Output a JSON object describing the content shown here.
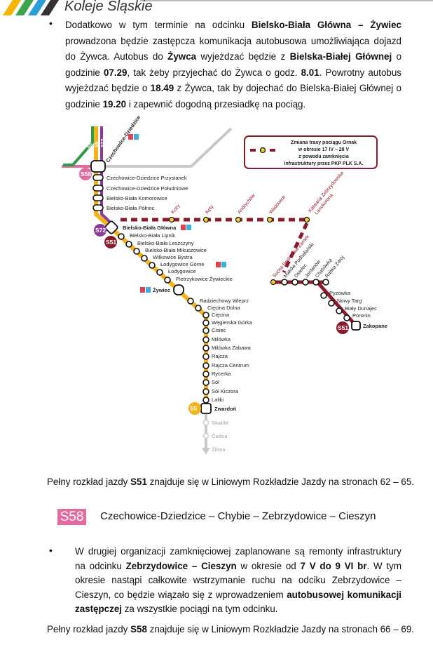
{
  "header": {
    "logo_text": "Koleje Śląskie",
    "logo_colors": [
      "#f5b400",
      "#3aa54a",
      "#2a9fd8",
      "#333333"
    ]
  },
  "paragraph1": [
    {
      "t": "Dodatkowo w tym terminie na odcinku ",
      "b": false
    },
    {
      "t": "Bielsko-Biała Główna – Żywiec",
      "b": true
    },
    {
      "t": " prowadzona będzie zastępcza komunikacja autobusowa umożliwiająca dojazd do Żywca. Autobus do ",
      "b": false
    },
    {
      "t": "Żywca",
      "b": true
    },
    {
      "t": " wyjeżdzać będzie z ",
      "b": false
    },
    {
      "t": "Bielska-Białej Głównej",
      "b": true
    },
    {
      "t": " o godzinie ",
      "b": false
    },
    {
      "t": "07.29",
      "b": true
    },
    {
      "t": ", tak żeby przyjechać do Żywca o godz. ",
      "b": false
    },
    {
      "t": "8.01",
      "b": true
    },
    {
      "t": ". Powrotny autobus wyjeżdzać będzie o ",
      "b": false
    },
    {
      "t": "18.49",
      "b": true
    },
    {
      "t": " z Żywca, tak by dojechać do Bielska-Białej Głównej o godzinie ",
      "b": false
    },
    {
      "t": "19.20",
      "b": true
    },
    {
      "t": " i zapewnić dogodną przesiadkę na pociąg.",
      "b": false
    }
  ],
  "map": {
    "colors": {
      "S5": "#f2b31b",
      "S72": "#8e3a96",
      "S51": "#8b1a2b",
      "S58": "#e46aa0",
      "green": "#2e9a4a",
      "gray": "#c8c8c8"
    },
    "line_labels": {
      "green": "S5",
      "s5": "S5",
      "s72": "S72"
    },
    "badges": {
      "s58": "S58",
      "s72": "S72",
      "s51": "S51",
      "s5": "S5",
      "s51_zakopane": "S51"
    },
    "kb": {
      "k": "K",
      "b": "B"
    },
    "czechowice": "Czechowice-Dziedzice",
    "north_stations": [
      "Czechowice-Dziedzice Przystanek",
      "Czechowice-Dziedzice Południowe",
      "Bielsko-Biała Komorowice",
      "Bielsko-Biała Północ"
    ],
    "bielsko": "Bielsko-Biała Główna",
    "south_stations": [
      "Bielsko-Biała Lipnik",
      "Bielsko-Biała Leszczyny",
      "Bielsko-Biała Mikuszowice",
      "Wilkowice Bystra",
      "Łodygowice Górne",
      "Łodygowice",
      "Pietrzykowice Żywieckie"
    ],
    "zywiec": "Żywiec",
    "after_zywiec": [
      "Radziechowy Wieprz",
      "Cięcina Dolna",
      "Cięcina",
      "Węgierska Górka",
      "Cisiec",
      "Milówka",
      "Milówka Zabawa",
      "Rajcza",
      "Rajcza Centrum",
      "Rycerka",
      "Sól",
      "Sól Kiczora",
      "Laliki"
    ],
    "zwardon": "Zwardoń",
    "abroad": [
      "Skalité",
      "Čadca",
      "Žilina"
    ],
    "ornak": [
      "Kozy",
      "Kęty",
      "Andrychów",
      "Wadowice",
      "Kalwaria Zebrzydowska",
      "Lanckorona"
    ],
    "sucha_line": [
      "Sucha Beskidzka Zamek",
      "Maków Podhalański",
      "Osielec",
      "Jordanów",
      "Chabówka",
      "Rabka Zdrój"
    ],
    "zakopane_line": [
      "Pyzówka",
      "Nowy Targ",
      "Biały Dunajec",
      "Poronin"
    ],
    "zakopane": "Zakopane",
    "legend": [
      "Zmiana trasy pociągu Ornak",
      "w okresie 17 IV – 28 V",
      "z powodu zamknięcia",
      "infrastruktury przez PKP PLK S.A."
    ]
  },
  "s51_note": {
    "pre": "Pełny rozkład jazdy ",
    "bold": "S51",
    "post": " znajduje się w Liniowym Rozkładzie Jazdy na stronach 62 – 65."
  },
  "s58_section": {
    "badge": "S58",
    "title": "Czechowice-Dziedzice – Chybie – Zebrzydowice – Cieszyn"
  },
  "paragraph2": [
    {
      "t": "W drugiej organizacji zamknięciowej zaplanowane są remonty infrastruktury na odcinku ",
      "b": false
    },
    {
      "t": "Zebrzydowice – Cieszyn",
      "b": true
    },
    {
      "t": " w okresie od ",
      "b": false
    },
    {
      "t": "7 V do 9 VI br",
      "b": true
    },
    {
      "t": ". W tym okresie nastąpi całkowite wstrzymanie ruchu na odciku Zebrzydowice – Cieszyn, co będzie wiązało się z wprowadzeniem ",
      "b": false
    },
    {
      "t": "autobusowej komunikacji zastępczej",
      "b": true
    },
    {
      "t": " za wszystkie pociągi na tym odcinku.",
      "b": false
    }
  ],
  "s58_note": {
    "pre": "Pełny rozkład jazdy ",
    "bold": "S58",
    "post": " znajduje się w Liniowym Rozkładzie Jazdy na stronach 66 – 69."
  }
}
